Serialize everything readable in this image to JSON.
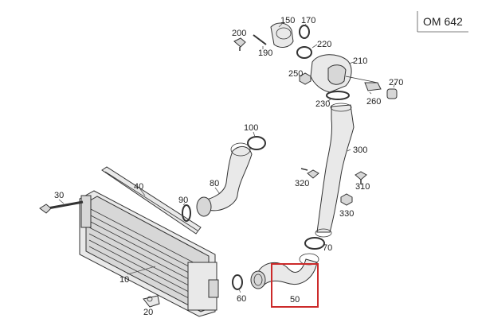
{
  "engine_code": "OM 642",
  "highlight_color": "#cc2a2a",
  "callouts": {
    "c10": "10",
    "c20": "20",
    "c30": "30",
    "c40": "40",
    "c50": "50",
    "c60": "60",
    "c70": "70",
    "c80": "80",
    "c90": "90",
    "c100": "100",
    "c150": "150",
    "c170": "170",
    "c190": "190",
    "c200": "200",
    "c210": "210",
    "c220": "220",
    "c230": "230",
    "c250": "250",
    "c260": "260",
    "c270": "270",
    "c300": "300",
    "c310": "310",
    "c320": "320",
    "c330": "330"
  }
}
